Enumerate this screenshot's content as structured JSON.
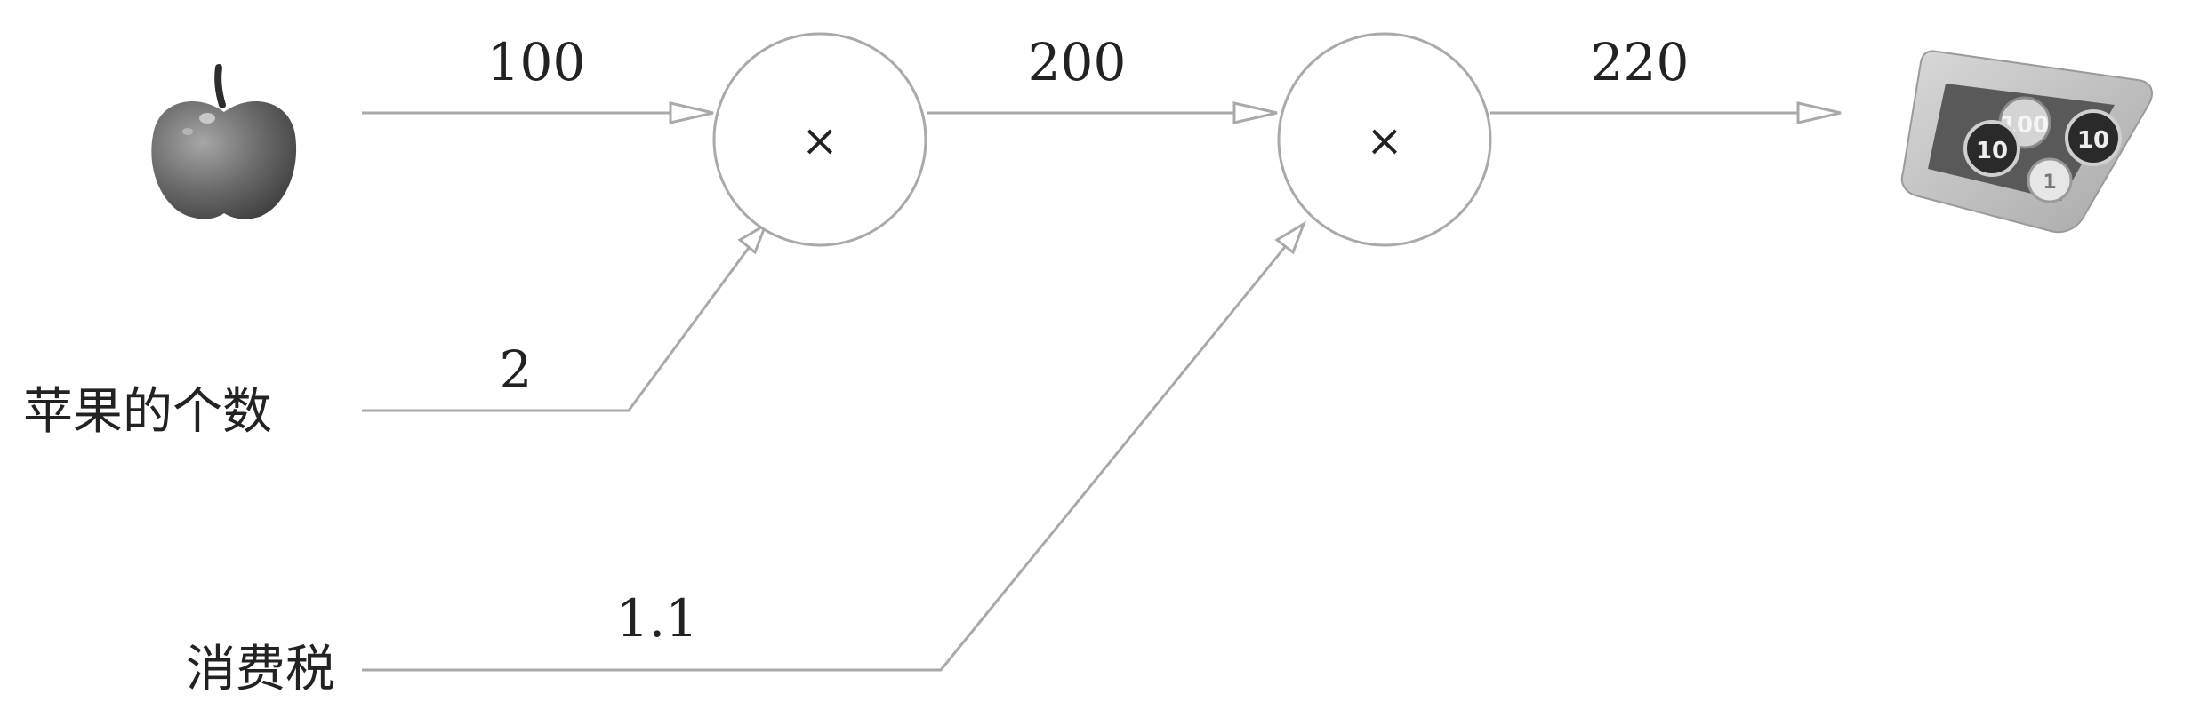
{
  "diagram": {
    "inputs": {
      "apple_label": "",
      "count_label": "苹果的个数",
      "tax_label": "消费税"
    },
    "edges": {
      "apple_price": "100",
      "apple_count": "2",
      "subtotal": "200",
      "tax_rate": "1.1",
      "total": "220"
    },
    "nodes": {
      "multiply_1": "×",
      "multiply_2": "×"
    },
    "icons": {
      "apple": "apple-icon",
      "payment": "coin-tray-icon",
      "coins": [
        "100",
        "10",
        "10",
        "1"
      ]
    }
  }
}
